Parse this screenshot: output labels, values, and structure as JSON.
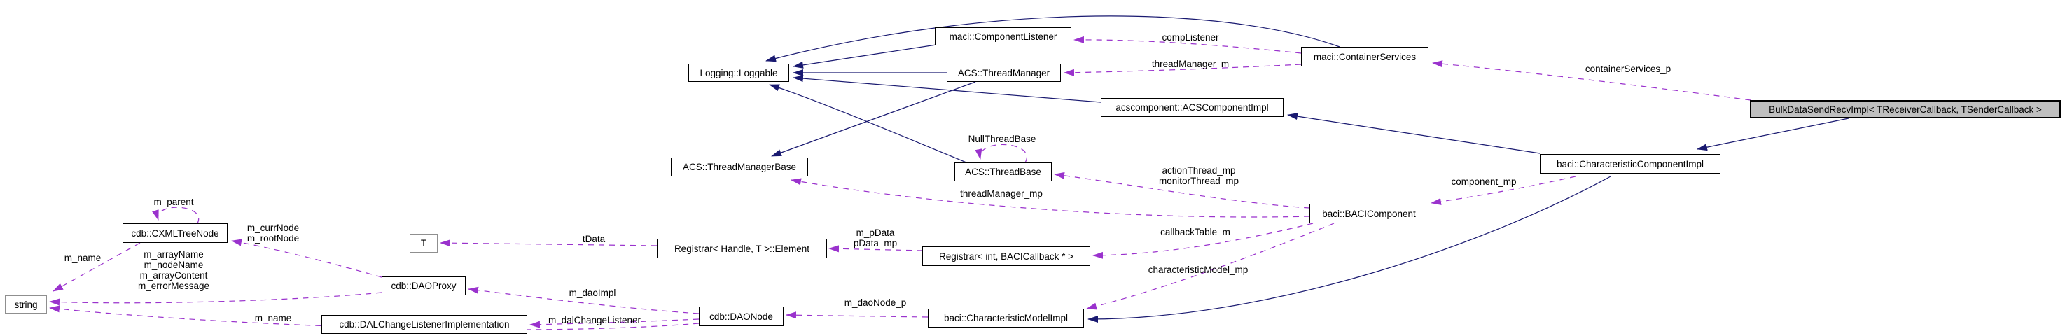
{
  "diagram": {
    "kind": "collaboration-graph",
    "colors": {
      "inheritance_edge": "#191970",
      "usage_edge": "#9a32cd",
      "node_background": "#ffffff",
      "node_border": "#000000",
      "selected_node_background": "#bfbfbf",
      "plain_node_border": "#8f8f8f",
      "text": "#000000"
    },
    "nodes": [
      {
        "id": "loggable",
        "label": "Logging::Loggable",
        "style": "class"
      },
      {
        "id": "component-listener",
        "label": "maci::ComponentListener",
        "style": "class"
      },
      {
        "id": "thread-manager",
        "label": "ACS::ThreadManager",
        "style": "class"
      },
      {
        "id": "container-services",
        "label": "maci::ContainerServices",
        "style": "class"
      },
      {
        "id": "acs-component-impl",
        "label": "acscomponent::ACSComponentImpl",
        "style": "class"
      },
      {
        "id": "bulk-data-send-recv-impl",
        "label": "BulkDataSendRecvImpl< TReceiverCallback, TSenderCallback >",
        "style": "selected"
      },
      {
        "id": "thread-manager-base",
        "label": "ACS::ThreadManagerBase",
        "style": "class"
      },
      {
        "id": "thread-base",
        "label": "ACS::ThreadBase",
        "style": "class"
      },
      {
        "id": "characteristic-component-impl",
        "label": "baci::CharacteristicComponentImpl",
        "style": "class"
      },
      {
        "id": "baci-component",
        "label": "baci::BACIComponent",
        "style": "class"
      },
      {
        "id": "cxml-tree-node",
        "label": "cdb::CXMLTreeNode",
        "style": "class"
      },
      {
        "id": "template-t",
        "label": "T",
        "style": "plain"
      },
      {
        "id": "registrar-element",
        "label": "Registrar< Handle, T >::Element",
        "style": "class"
      },
      {
        "id": "registrar-int-bacicallback",
        "label": "Registrar< int, BACICallback * >",
        "style": "class"
      },
      {
        "id": "dao-proxy",
        "label": "cdb::DAOProxy",
        "style": "class"
      },
      {
        "id": "string",
        "label": "string",
        "style": "plain"
      },
      {
        "id": "dal-change-listener-implementation",
        "label": "cdb::DALChangeListenerImplementation",
        "style": "class"
      },
      {
        "id": "dao-node",
        "label": "cdb::DAONode",
        "style": "class"
      },
      {
        "id": "characteristic-model-impl",
        "label": "baci::CharacteristicModelImpl",
        "style": "class"
      }
    ],
    "edge_labels": [
      {
        "id": "comp-listener",
        "lines": [
          "compListener"
        ]
      },
      {
        "id": "thread-manager-m",
        "lines": [
          "threadManager_m"
        ]
      },
      {
        "id": "container-services-p",
        "lines": [
          "containerServices_p"
        ]
      },
      {
        "id": "null-thread-base",
        "lines": [
          "NullThreadBase"
        ]
      },
      {
        "id": "action-monitor-thread",
        "lines": [
          "actionThread_mp",
          "monitorThread_mp"
        ]
      },
      {
        "id": "component-mp",
        "lines": [
          "component_mp"
        ]
      },
      {
        "id": "thread-manager-mp",
        "lines": [
          "threadManager_mp"
        ]
      },
      {
        "id": "callback-table-m",
        "lines": [
          "callbackTable_m"
        ]
      },
      {
        "id": "characteristic-model-mp",
        "lines": [
          "characteristicModel_mp"
        ]
      },
      {
        "id": "m-pdata",
        "lines": [
          "m_pData",
          "pData_mp"
        ]
      },
      {
        "id": "tdata",
        "lines": [
          "tData"
        ]
      },
      {
        "id": "m-dao-node-p",
        "lines": [
          "m_daoNode_p"
        ]
      },
      {
        "id": "m-dao-impl",
        "lines": [
          "m_daoImpl"
        ]
      },
      {
        "id": "m-dal-change-listener",
        "lines": [
          "m_dalChangeListener"
        ]
      },
      {
        "id": "m-name-dao-node",
        "lines": [
          "m_name"
        ]
      },
      {
        "id": "m-curr-root-node",
        "lines": [
          "m_currNode",
          "m_rootNode"
        ]
      },
      {
        "id": "m-parent",
        "lines": [
          "m_parent"
        ]
      },
      {
        "id": "m-name-tree-node",
        "lines": [
          "m_name"
        ]
      },
      {
        "id": "m-array-fields",
        "lines": [
          "m_arrayName",
          "m_nodeName",
          "m_arrayContent",
          "m_errorMessage"
        ]
      }
    ]
  }
}
